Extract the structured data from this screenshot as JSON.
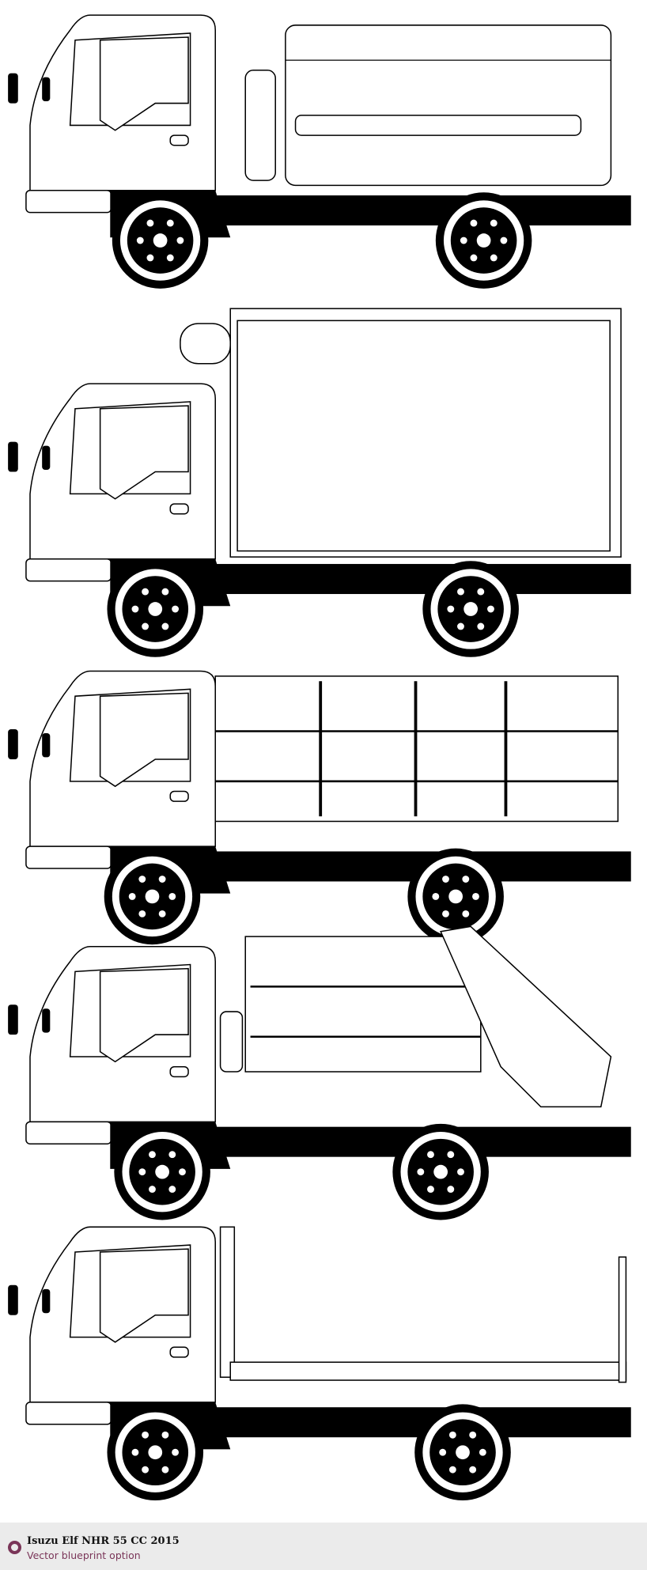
{
  "footer": {
    "title": "Isuzu Elf NHR 55 CC 2015",
    "subtitle": "Vector blueprint option",
    "accent_color": "#7a3558"
  },
  "trucks": [
    {
      "variant": "tanker"
    },
    {
      "variant": "box"
    },
    {
      "variant": "cargo"
    },
    {
      "variant": "garbage-compactor"
    },
    {
      "variant": "flatbed"
    }
  ]
}
